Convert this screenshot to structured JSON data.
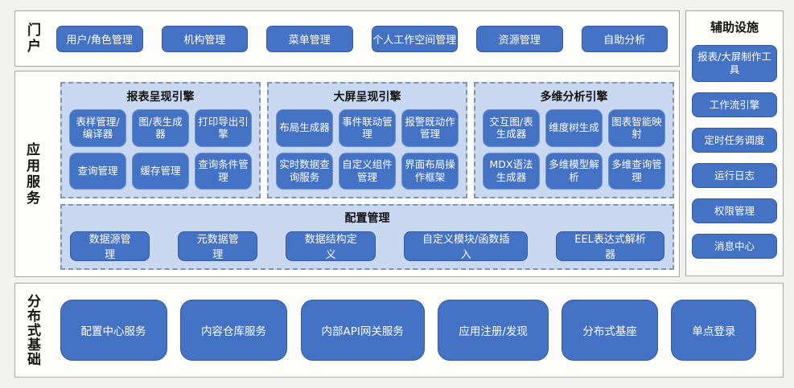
{
  "colors": {
    "accent_blue": "#4472C4",
    "button_border": "#35599C",
    "group_background": "#C8D8F0",
    "group_dashed_border": "#8295AE",
    "panel_border": "#A8A8A8",
    "page_background": "#F1F1EF",
    "button_text": "#FFFFFF",
    "label_text": "#151515"
  },
  "portal": {
    "label": "门户",
    "items": [
      "用户/角色管理",
      "机构管理",
      "菜单管理",
      "个人工作空间管理",
      "资源管理",
      "自助分析"
    ]
  },
  "app_services": {
    "label": "应用服务",
    "groups": [
      {
        "title": "报表呈现引擎",
        "rows": [
          [
            "表样管理/编译器",
            "图/表生成器",
            "打印导出引擎"
          ],
          [
            "查询管理",
            "缓存管理",
            "查询条件管理"
          ]
        ]
      },
      {
        "title": "大屏呈现引擎",
        "rows": [
          [
            "布局生成器",
            "事件联动管理",
            "报警既动作管理"
          ],
          [
            "实时数据查询服务",
            "自定义组件管理",
            "界面布局操作框架"
          ]
        ]
      },
      {
        "title": "多维分析引擎",
        "rows": [
          [
            "交互图/表生成器",
            "维度树生成",
            "图表智能映射"
          ],
          [
            "MDX语法生成器",
            "多维模型解析",
            "多维查询管理"
          ]
        ]
      }
    ],
    "config": {
      "title": "配置管理",
      "items": [
        "数据源管理",
        "元数据管理",
        "数据结构定义",
        "自定义模块/函数插入",
        "EEL表达式解析器"
      ]
    }
  },
  "auxiliary": {
    "title": "辅助设施",
    "items": [
      "报表/大屏制作工具",
      "工作流引擎",
      "定时任务调度",
      "运行日志",
      "权限管理",
      "消息中心"
    ]
  },
  "distributed": {
    "label": "分布式基础",
    "items": [
      "配置中心服务",
      "内容仓库服务",
      "内部API网关服务",
      "应用注册/发现",
      "分布式基座",
      "单点登录"
    ]
  }
}
